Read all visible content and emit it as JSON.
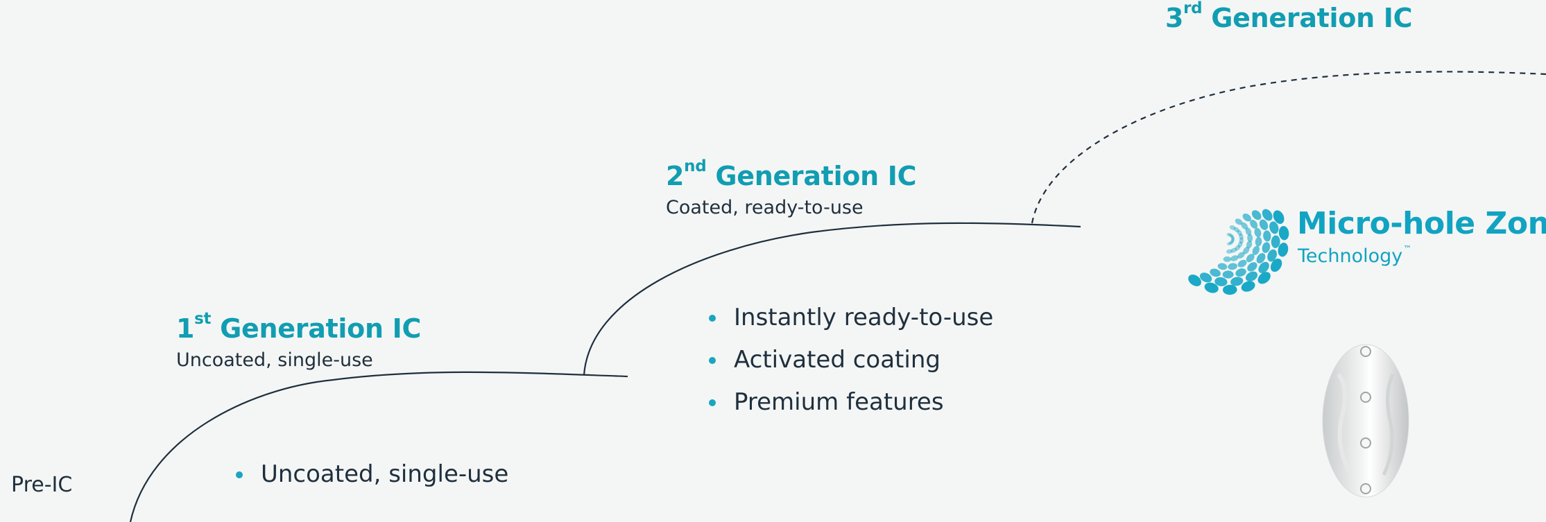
{
  "generations": [
    {
      "number": "1",
      "suffix": "st",
      "name": "Generation IC",
      "subtitle": "Uncoated, single-use"
    },
    {
      "number": "2",
      "suffix": "nd",
      "name": "Generation IC",
      "subtitle": "Coated, ready-to-use"
    },
    {
      "number": "3",
      "suffix": "rd",
      "name": "Generation IC"
    }
  ],
  "pre_ic_label": "Pre-IC",
  "pre_ic_bullets": [
    "Uncoated, single-use"
  ],
  "gen2_bullets": [
    "Instantly ready-to-use",
    "Activated coating",
    "Premium features"
  ],
  "technology": {
    "title": "Micro-hole Zone",
    "subtitle": "Technology",
    "trademark": "™"
  },
  "colors": {
    "accent": "#119db2",
    "text": "#1f2f3d",
    "bullet": "#1aa5c0",
    "background": "#f4f6f5"
  }
}
